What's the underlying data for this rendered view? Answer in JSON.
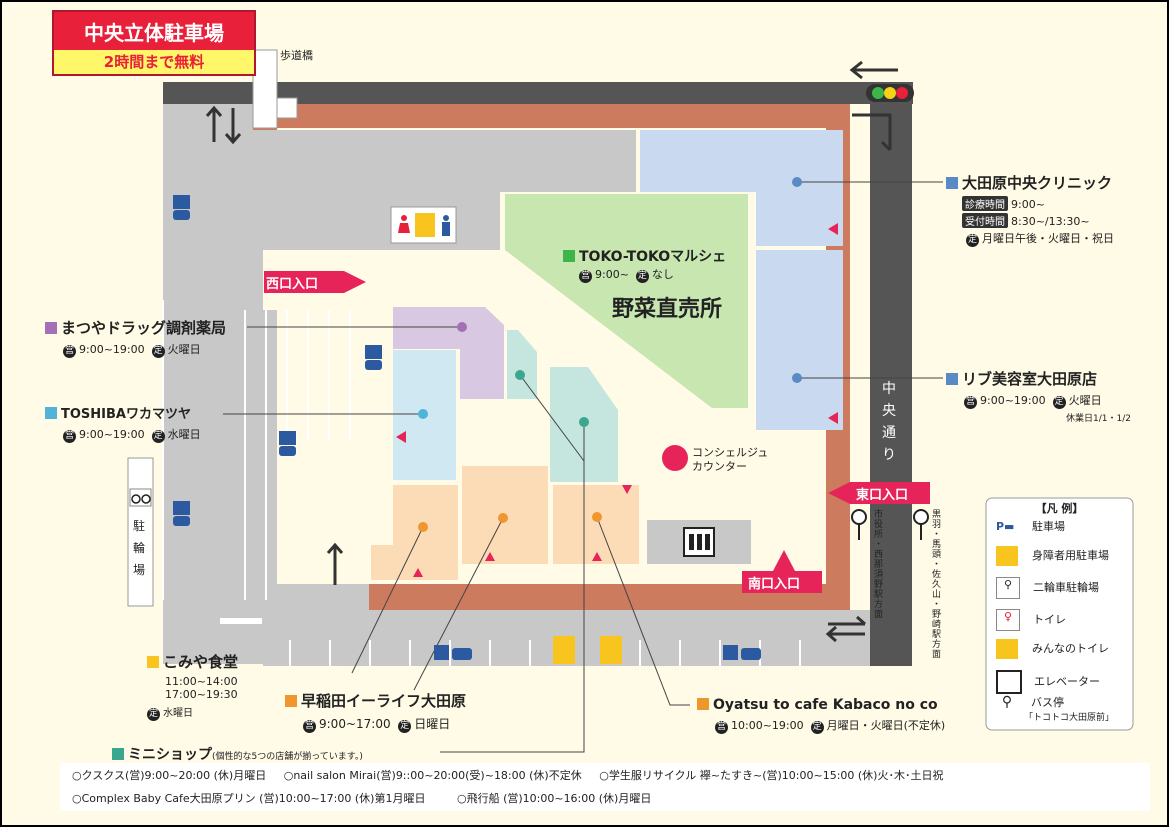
{
  "header": {
    "title": "中央立体駐車場",
    "subtitle": "2時間まで無料"
  },
  "labels": {
    "footbridge": "歩道橋",
    "west_entrance": "西口入口",
    "east_entrance": "東口入口",
    "south_entrance": "南口入口",
    "main_street": [
      "中",
      "央",
      "通",
      "り"
    ],
    "bike_parking": [
      "駐",
      "輪",
      "場"
    ],
    "concierge_line1": "コンシェルジュ",
    "concierge_line2": "カウンター",
    "bus_stop_1": [
      "市",
      "役",
      "所",
      "・",
      "西",
      "那",
      "須",
      "野",
      "駅",
      "方",
      "面"
    ],
    "bus_stop_2": [
      "黒",
      "羽",
      "・",
      "馬",
      "頭",
      "・",
      "佐",
      "久",
      "山",
      "・",
      "野",
      "崎",
      "駅",
      "方",
      "面"
    ]
  },
  "stores": {
    "clinic": {
      "name": "大田原中央クリニック",
      "consult_tag": "診療時間",
      "consult": "9:00~",
      "reception_tag": "受付時間",
      "reception": "8:30~/13:30~",
      "closed_mark": "定",
      "closed": "月曜日午後・火曜日・祝日"
    },
    "marche": {
      "name": "TOKO-TOKOマルシェ",
      "open_mark": "営",
      "hours": "9:00~",
      "closed_mark": "定",
      "closed": "なし",
      "big": "野菜直売所"
    },
    "drug": {
      "name": "まつやドラッグ調剤薬局",
      "open_mark": "営",
      "hours": "9:00~19:00",
      "closed_mark": "定",
      "closed": "火曜日"
    },
    "toshiba": {
      "name": "TOSHIBAワカマツヤ",
      "open_mark": "営",
      "hours": "9:00~19:00",
      "closed_mark": "定",
      "closed": "水曜日"
    },
    "salon": {
      "name": "リブ美容室大田原店",
      "open_mark": "営",
      "hours": "9:00~19:00",
      "closed_mark": "定",
      "closed": "火曜日",
      "note": "休業日1/1・1/2"
    },
    "komiya": {
      "name": "こみや食堂",
      "hours1": "11:00~14:00",
      "hours2": "17:00~19:30",
      "closed_mark": "定",
      "closed": "水曜日"
    },
    "waseda": {
      "name": "早稲田イーライフ大田原",
      "open_mark": "営",
      "hours": "9:00~17:00",
      "closed_mark": "定",
      "closed": "日曜日"
    },
    "oyatsu": {
      "name": "Oyatsu to cafe Kabaco no co",
      "open_mark": "営",
      "hours": "10:00~19:00",
      "closed_mark": "定",
      "closed": "月曜日・火曜日(不定休)"
    },
    "minishop": {
      "name": "ミニショップ",
      "note": "(個性的な5つの店舗が揃っています。)"
    }
  },
  "legend": {
    "title": "【凡 例】",
    "items": [
      {
        "icon": "parking-icon",
        "label": "駐車場"
      },
      {
        "icon": "disabled-parking-icon",
        "label": "身障者用駐車場"
      },
      {
        "icon": "bicycle-icon",
        "label": "二輪車駐輪場"
      },
      {
        "icon": "toilet-icon",
        "label": "トイレ"
      },
      {
        "icon": "accessible-toilet-icon",
        "label": "みんなのトイレ"
      },
      {
        "icon": "elevator-icon",
        "label": "エレベーター"
      },
      {
        "icon": "bus-stop-icon",
        "label": "バス停",
        "sub": "「トコトコ大田原前」"
      }
    ]
  },
  "footer": {
    "line1": [
      "○クスクス(営)9:00~20:00 (休)月曜日",
      "○nail salon Mirai(営)9::00~20:00(受)~18:00 (休)不定休",
      "○学生服リサイクル 襷~たすき~(営)10:00~15:00 (休)火･木･土日祝"
    ],
    "line2": [
      "○Complex Baby Cafe大田原プリン (営)10:00~17:00 (休)第1月曜日",
      "○飛行船 (営)10:00~16:00 (休)月曜日"
    ]
  },
  "colors": {
    "background": "#fffbe6",
    "road": "#555555",
    "walkway": "#cd7b5e",
    "title_red": "#e8203a",
    "entrance_red": "#e6245a",
    "clinic_blue": "#c9d9ef",
    "marche_green": "#c7e6b0",
    "drug_purple": "#d9c8e1",
    "toshiba_cyan": "#cfe8f2",
    "mini_teal": "#c5e6de",
    "orange_store": "#fbdcb7",
    "parking_gray": "#c8c8c8"
  }
}
